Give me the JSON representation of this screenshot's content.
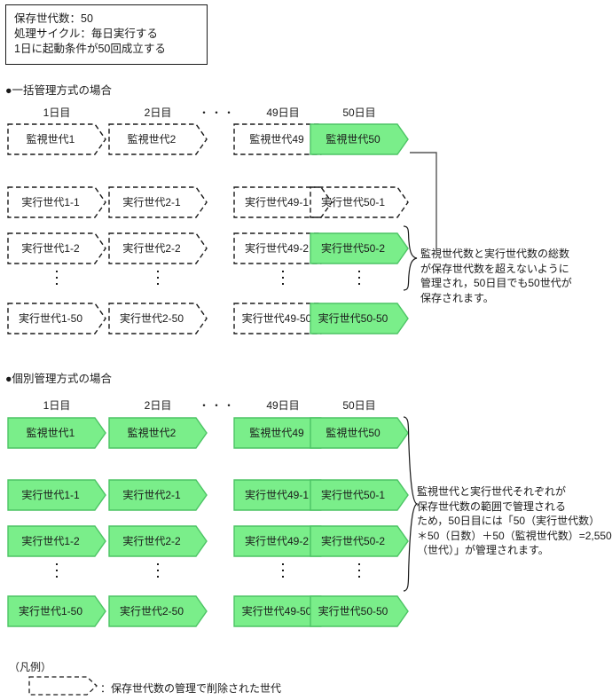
{
  "parameters": {
    "lines": [
      "保存世代数：50",
      "処理サイクル：毎日実行する",
      "1日に起動条件が50回成立する"
    ]
  },
  "colors": {
    "green_fill": "#7aee8a",
    "green_stroke": "#4cc464",
    "outline": "#1a1a1a",
    "connector": "#555555"
  },
  "sections": [
    {
      "id": "batch",
      "heading": "●一括管理方式の場合",
      "day_labels": [
        "1日目",
        "2日目",
        "49日目",
        "50日目"
      ],
      "ellipsis_between": "・・・",
      "rows": [
        {
          "type": "monitor",
          "cells": [
            {
              "label": "監視世代1",
              "style": "dashed"
            },
            {
              "label": "監視世代2",
              "style": "dashed"
            },
            {
              "label": "監視世代49",
              "style": "dashed"
            },
            {
              "label": "監視世代50",
              "style": "green"
            }
          ]
        },
        {
          "type": "exec",
          "cells": [
            {
              "label": "実行世代1-1",
              "style": "dashed"
            },
            {
              "label": "実行世代2-1",
              "style": "dashed"
            },
            {
              "label": "実行世代49-1",
              "style": "dashed"
            },
            {
              "label": "実行世代50-1",
              "style": "dashed"
            }
          ]
        },
        {
          "type": "exec",
          "cells": [
            {
              "label": "実行世代1-2",
              "style": "dashed"
            },
            {
              "label": "実行世代2-2",
              "style": "dashed"
            },
            {
              "label": "実行世代49-2",
              "style": "dashed"
            },
            {
              "label": "実行世代50-2",
              "style": "green"
            }
          ]
        },
        {
          "type": "ellipsis"
        },
        {
          "type": "exec",
          "cells": [
            {
              "label": "実行世代1-50",
              "style": "dashed"
            },
            {
              "label": "実行世代2-50",
              "style": "dashed"
            },
            {
              "label": "実行世代49-50",
              "style": "dashed"
            },
            {
              "label": "実行世代50-50",
              "style": "green"
            }
          ]
        }
      ],
      "annotation": [
        "監視世代数と実行世代数の総数",
        "が保存世代数を超えないように",
        "管理され，50日目でも50世代が",
        "保存されます。"
      ]
    },
    {
      "id": "individual",
      "heading": "●個別管理方式の場合",
      "day_labels": [
        "1日目",
        "2日目",
        "49日目",
        "50日目"
      ],
      "ellipsis_between": "・・・",
      "rows": [
        {
          "type": "monitor",
          "cells": [
            {
              "label": "監視世代1",
              "style": "green"
            },
            {
              "label": "監視世代2",
              "style": "green"
            },
            {
              "label": "監視世代49",
              "style": "green"
            },
            {
              "label": "監視世代50",
              "style": "green"
            }
          ]
        },
        {
          "type": "exec",
          "cells": [
            {
              "label": "実行世代1-1",
              "style": "green"
            },
            {
              "label": "実行世代2-1",
              "style": "green"
            },
            {
              "label": "実行世代49-1",
              "style": "green"
            },
            {
              "label": "実行世代50-1",
              "style": "green"
            }
          ]
        },
        {
          "type": "exec",
          "cells": [
            {
              "label": "実行世代1-2",
              "style": "green"
            },
            {
              "label": "実行世代2-2",
              "style": "green"
            },
            {
              "label": "実行世代49-2",
              "style": "green"
            },
            {
              "label": "実行世代50-2",
              "style": "green"
            }
          ]
        },
        {
          "type": "ellipsis"
        },
        {
          "type": "exec",
          "cells": [
            {
              "label": "実行世代1-50",
              "style": "green"
            },
            {
              "label": "実行世代2-50",
              "style": "green"
            },
            {
              "label": "実行世代49-50",
              "style": "green"
            },
            {
              "label": "実行世代50-50",
              "style": "green"
            }
          ]
        }
      ],
      "annotation": [
        "監視世代と実行世代それぞれが",
        "保存世代数の範囲で管理される",
        "ため，50日目には「50（実行世代数）",
        "＊50（日数）＋50（監視世代数）=2,550",
        "（世代）」が管理されます。"
      ]
    }
  ],
  "legend": {
    "title": "（凡例）",
    "entry_text": "：保存世代数の管理で削除された世代",
    "entry_style": "dashed"
  }
}
